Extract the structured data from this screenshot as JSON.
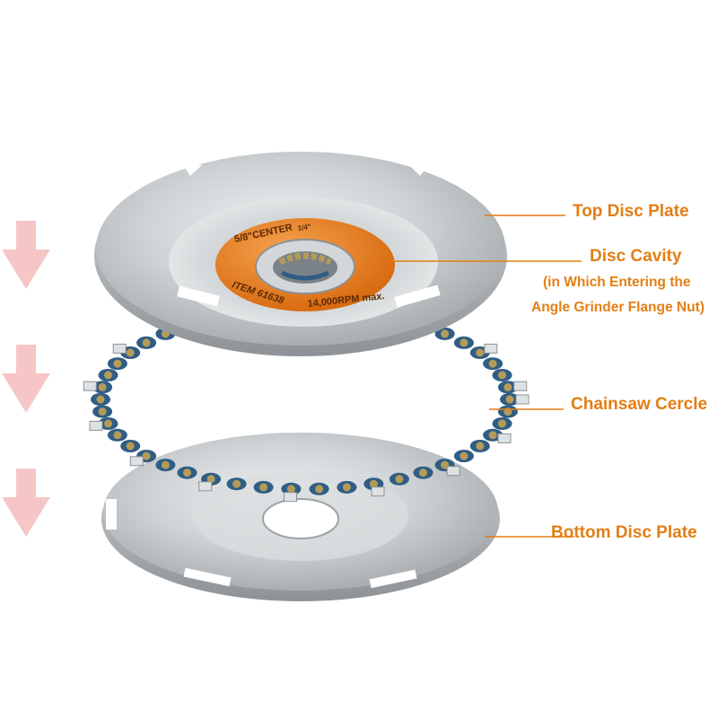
{
  "colors": {
    "accent": "#e07a1f",
    "arrow": "#f6c6c6",
    "steel": "#c9cdd0",
    "label_orange": "#e37e15",
    "chain_blue": "#2f5d85",
    "chain_link": "#b59b58"
  },
  "labels": {
    "top_disc_plate": "Top Disc Plate",
    "disc_cavity": "Disc Cavity",
    "disc_cavity_note_line1": "(in Which Entering the",
    "disc_cavity_note_line2": "Angle Grinder Flange Nut)",
    "chainsaw_circle": "Chainsaw Cercle",
    "bottom_disc_plate": "Bottom Disc Plate"
  },
  "disc_printing": {
    "center_size": "5/8\"CENTER",
    "pitch": "1/4\"",
    "item_number": "ITEM 61638",
    "max_speed": "14,000RPM max."
  },
  "icons": {
    "assembly_arrows": "arrow-down-icon"
  }
}
